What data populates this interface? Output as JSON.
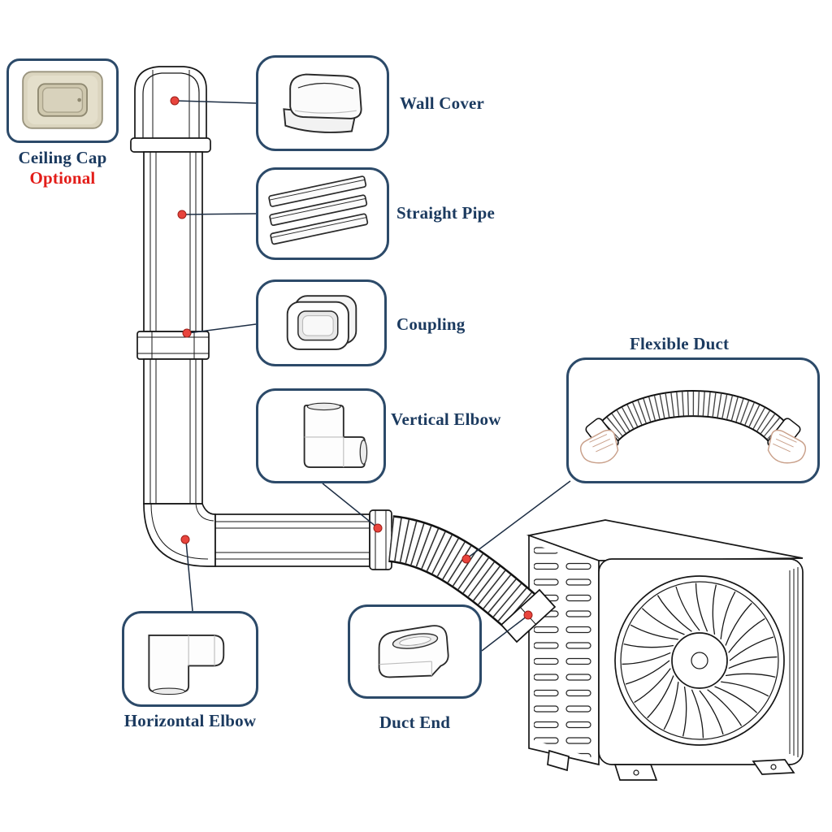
{
  "callouts": {
    "ceiling_cap": {
      "label": "Ceiling Cap",
      "note": "Optional",
      "icon": "ceiling-cap-icon"
    },
    "wall_cover": {
      "label": "Wall Cover",
      "icon": "wall-cover-icon"
    },
    "straight_pipe": {
      "label": "Straight Pipe",
      "icon": "straight-pipe-icon"
    },
    "coupling": {
      "label": "Coupling",
      "icon": "coupling-icon"
    },
    "vertical_elbow": {
      "label": "Vertical Elbow",
      "icon": "vertical-elbow-icon"
    },
    "flexible_duct": {
      "label": "Flexible Duct",
      "icon": "flexible-duct-icon"
    },
    "horizontal_elbow": {
      "label": "Horizontal Elbow",
      "icon": "horizontal-elbow-icon"
    },
    "duct_end": {
      "label": "Duct End",
      "icon": "duct-end-icon"
    }
  },
  "colors": {
    "label_text": "#1b3a5f",
    "optional_text": "#e31d19",
    "callout_border": "#2c4a69",
    "marker_red": "#e8443d",
    "line_art": "#161616",
    "ceiling_cap_beige": "#dbd5bf"
  }
}
